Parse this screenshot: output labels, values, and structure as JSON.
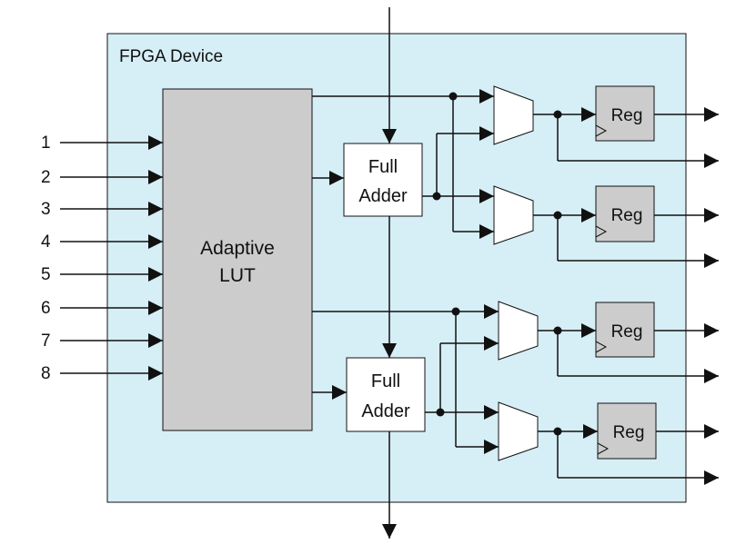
{
  "device": {
    "title": "FPGA Device"
  },
  "inputs": [
    "1",
    "2",
    "3",
    "4",
    "5",
    "6",
    "7",
    "8"
  ],
  "lut": {
    "line1": "Adaptive",
    "line2": "LUT"
  },
  "adders": [
    {
      "line1": "Full",
      "line2": "Adder"
    },
    {
      "line1": "Full",
      "line2": "Adder"
    }
  ],
  "registers": [
    "Reg",
    "Reg",
    "Reg",
    "Reg"
  ],
  "colors": {
    "device_fill": "#d6eef6",
    "block_fill": "#cccccc",
    "adder_fill": "#ffffff",
    "line": "#111111"
  }
}
